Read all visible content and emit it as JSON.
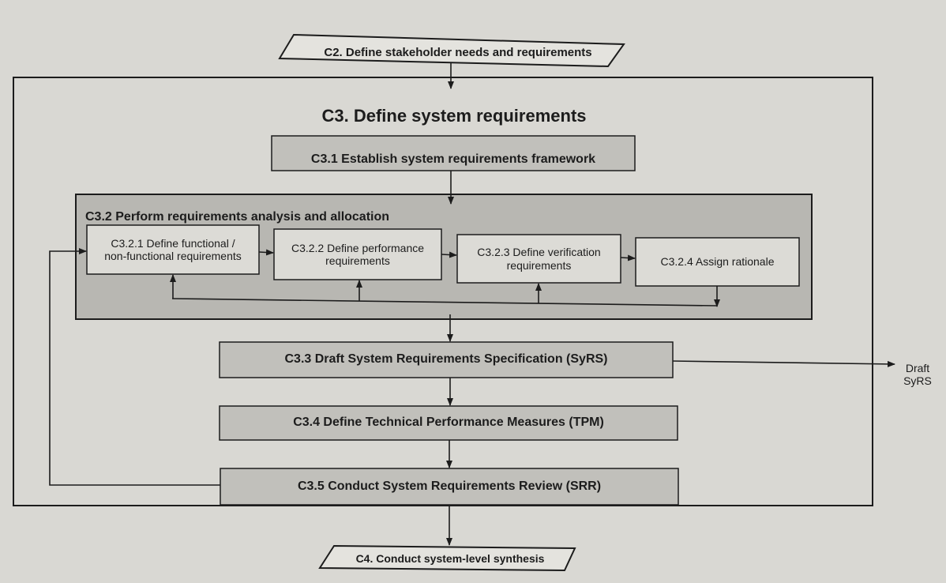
{
  "diagram": {
    "input": "C2. Define stakeholder needs and requirements",
    "output": "C4. Conduct system-level synthesis",
    "container_title": "C3.  Define system requirements",
    "steps": {
      "c31": "C3.1 Establish system requirements framework",
      "c32": "C3.2 Perform requirements analysis and allocation",
      "c321_l1": "C3.2.1 Define functional /",
      "c321_l2": "non-functional requirements",
      "c322_l1": "C3.2.2 Define performance",
      "c322_l2": "requirements",
      "c323_l1": "C3.2.3 Define verification",
      "c323_l2": "requirements",
      "c324": "C3.2.4 Assign rationale",
      "c33": "C3.3 Draft System Requirements Specification (SyRS)",
      "c34": "C3.4 Define Technical Performance Measures (TPM)",
      "c35": "C3.5 Conduct System Requirements Review (SRR)"
    },
    "external_output_l1": "Draft",
    "external_output_l2": "SyRS"
  }
}
